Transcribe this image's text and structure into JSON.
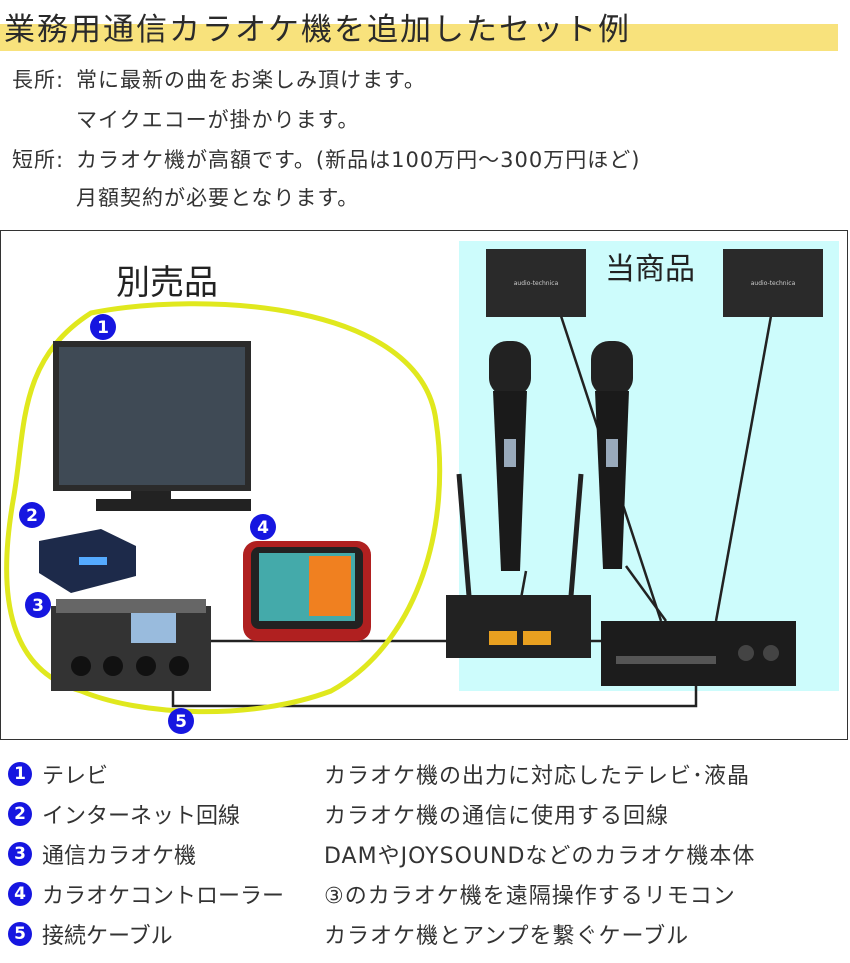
{
  "title": "業務用通信カラオケ機を追加したセット例",
  "pros_cons": {
    "pros_label": "長所:",
    "pros_1": "常に最新の曲をお楽しみ頂けます。",
    "pros_2": "マイクエコーが掛かります。",
    "cons_label": "短所:",
    "cons_1": "カラオケ機が高額です。(新品は100万円～300万円ほど)",
    "cons_2": "月額契約が必要となります。"
  },
  "diagram": {
    "sold_separately": "別売品",
    "this_product": "当商品",
    "speaker_brand": "audio-technica",
    "markers": [
      "1",
      "2",
      "3",
      "4",
      "5"
    ],
    "colors": {
      "highlight": "#e0e81e",
      "product_bg": "#cdfcfc",
      "marker": "#1616e0"
    }
  },
  "legend": [
    {
      "num": "1",
      "name": "テレビ",
      "desc": "カラオケ機の出力に対応したテレビ･液晶"
    },
    {
      "num": "2",
      "name": "インターネット回線",
      "desc": "カラオケ機の通信に使用する回線"
    },
    {
      "num": "3",
      "name": "通信カラオケ機",
      "desc": "DAMやJOYSOUNDなどのカラオケ機本体"
    },
    {
      "num": "4",
      "name": "カラオケコントローラー",
      "desc": "③のカラオケ機を遠隔操作するリモコン"
    },
    {
      "num": "5",
      "name": "接続ケーブル",
      "desc": "カラオケ機とアンプを繋ぐケーブル"
    }
  ]
}
